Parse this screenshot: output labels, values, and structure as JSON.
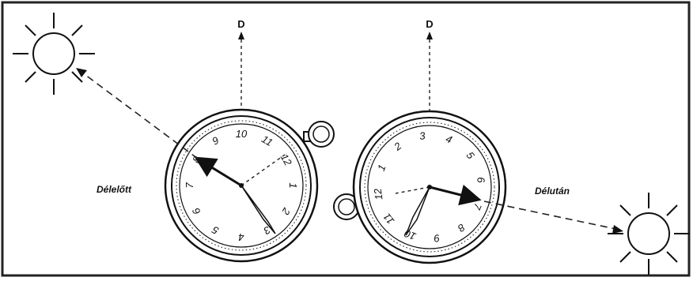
{
  "north_labels": {
    "left": "D",
    "right": "D"
  },
  "side_labels": {
    "morning": "Délelőtt",
    "afternoon": "Délután"
  },
  "left_watch": {
    "numerals": [
      "10",
      "11",
      "12",
      "1",
      "2",
      "3",
      "4",
      "5",
      "6",
      "7",
      "8",
      "9"
    ]
  },
  "right_watch": {
    "numerals": [
      "3",
      "4",
      "5",
      "6",
      "7",
      "8",
      "9",
      "10",
      "11",
      "12",
      "1",
      "2"
    ]
  },
  "icons": {
    "sun_left": "sun-icon",
    "sun_right": "sun-icon",
    "crown_left": "watch-crown-icon",
    "crown_right": "watch-crown-icon"
  }
}
